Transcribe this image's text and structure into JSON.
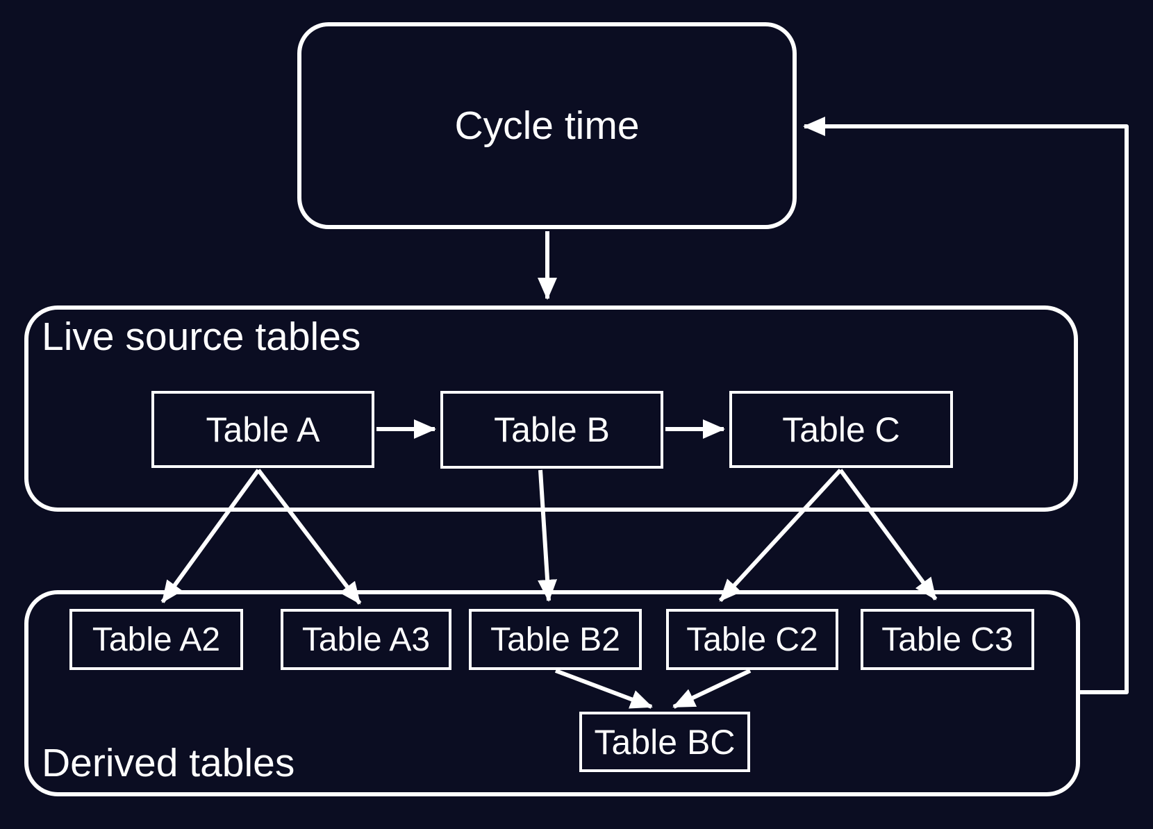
{
  "diagram": {
    "cycle_node": {
      "label": "Cycle time"
    },
    "live_group": {
      "label": "Live source tables",
      "nodes": [
        {
          "label": "Table A"
        },
        {
          "label": "Table B"
        },
        {
          "label": "Table C"
        }
      ]
    },
    "derived_group": {
      "label": "Derived tables",
      "nodes": [
        {
          "label": "Table A2"
        },
        {
          "label": "Table A3"
        },
        {
          "label": "Table B2"
        },
        {
          "label": "Table C2"
        },
        {
          "label": "Table C3"
        }
      ],
      "merge_node": {
        "label": "Table BC"
      }
    },
    "edges": [
      {
        "from": "Cycle time",
        "to": "Live source tables"
      },
      {
        "from": "Table A",
        "to": "Table B"
      },
      {
        "from": "Table B",
        "to": "Table C"
      },
      {
        "from": "Table A",
        "to": "Table A2"
      },
      {
        "from": "Table A",
        "to": "Table A3"
      },
      {
        "from": "Table B",
        "to": "Table B2"
      },
      {
        "from": "Table C",
        "to": "Table C2"
      },
      {
        "from": "Table C",
        "to": "Table C3"
      },
      {
        "from": "Table B2",
        "to": "Table BC"
      },
      {
        "from": "Table C2",
        "to": "Table BC"
      },
      {
        "from": "Derived tables",
        "to": "Cycle time"
      }
    ],
    "colors": {
      "background": "#0b0d22",
      "stroke": "#ffffff",
      "text": "#ffffff"
    }
  }
}
